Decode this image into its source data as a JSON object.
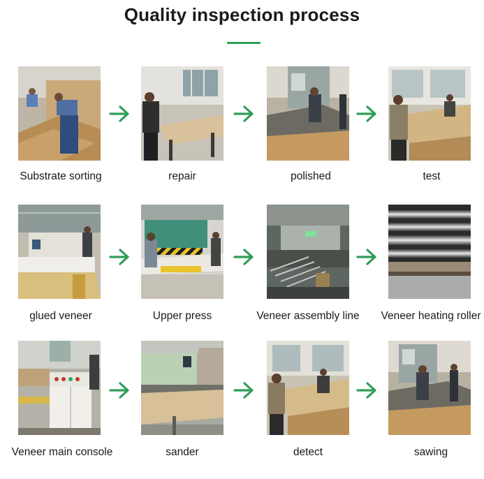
{
  "header": {
    "title": "Quality inspection process"
  },
  "accent_color": "#2f9e57",
  "arrow_icon": "arrow-right-icon",
  "steps": [
    {
      "label": "Substrate sorting"
    },
    {
      "label": "repair"
    },
    {
      "label": "polished"
    },
    {
      "label": "test"
    },
    {
      "label": "glued veneer"
    },
    {
      "label": "Upper press"
    },
    {
      "label": "Veneer assembly line"
    },
    {
      "label": "Veneer heating roller"
    },
    {
      "label": "Veneer main console"
    },
    {
      "label": "sander"
    },
    {
      "label": "detect"
    },
    {
      "label": "sawing"
    }
  ]
}
